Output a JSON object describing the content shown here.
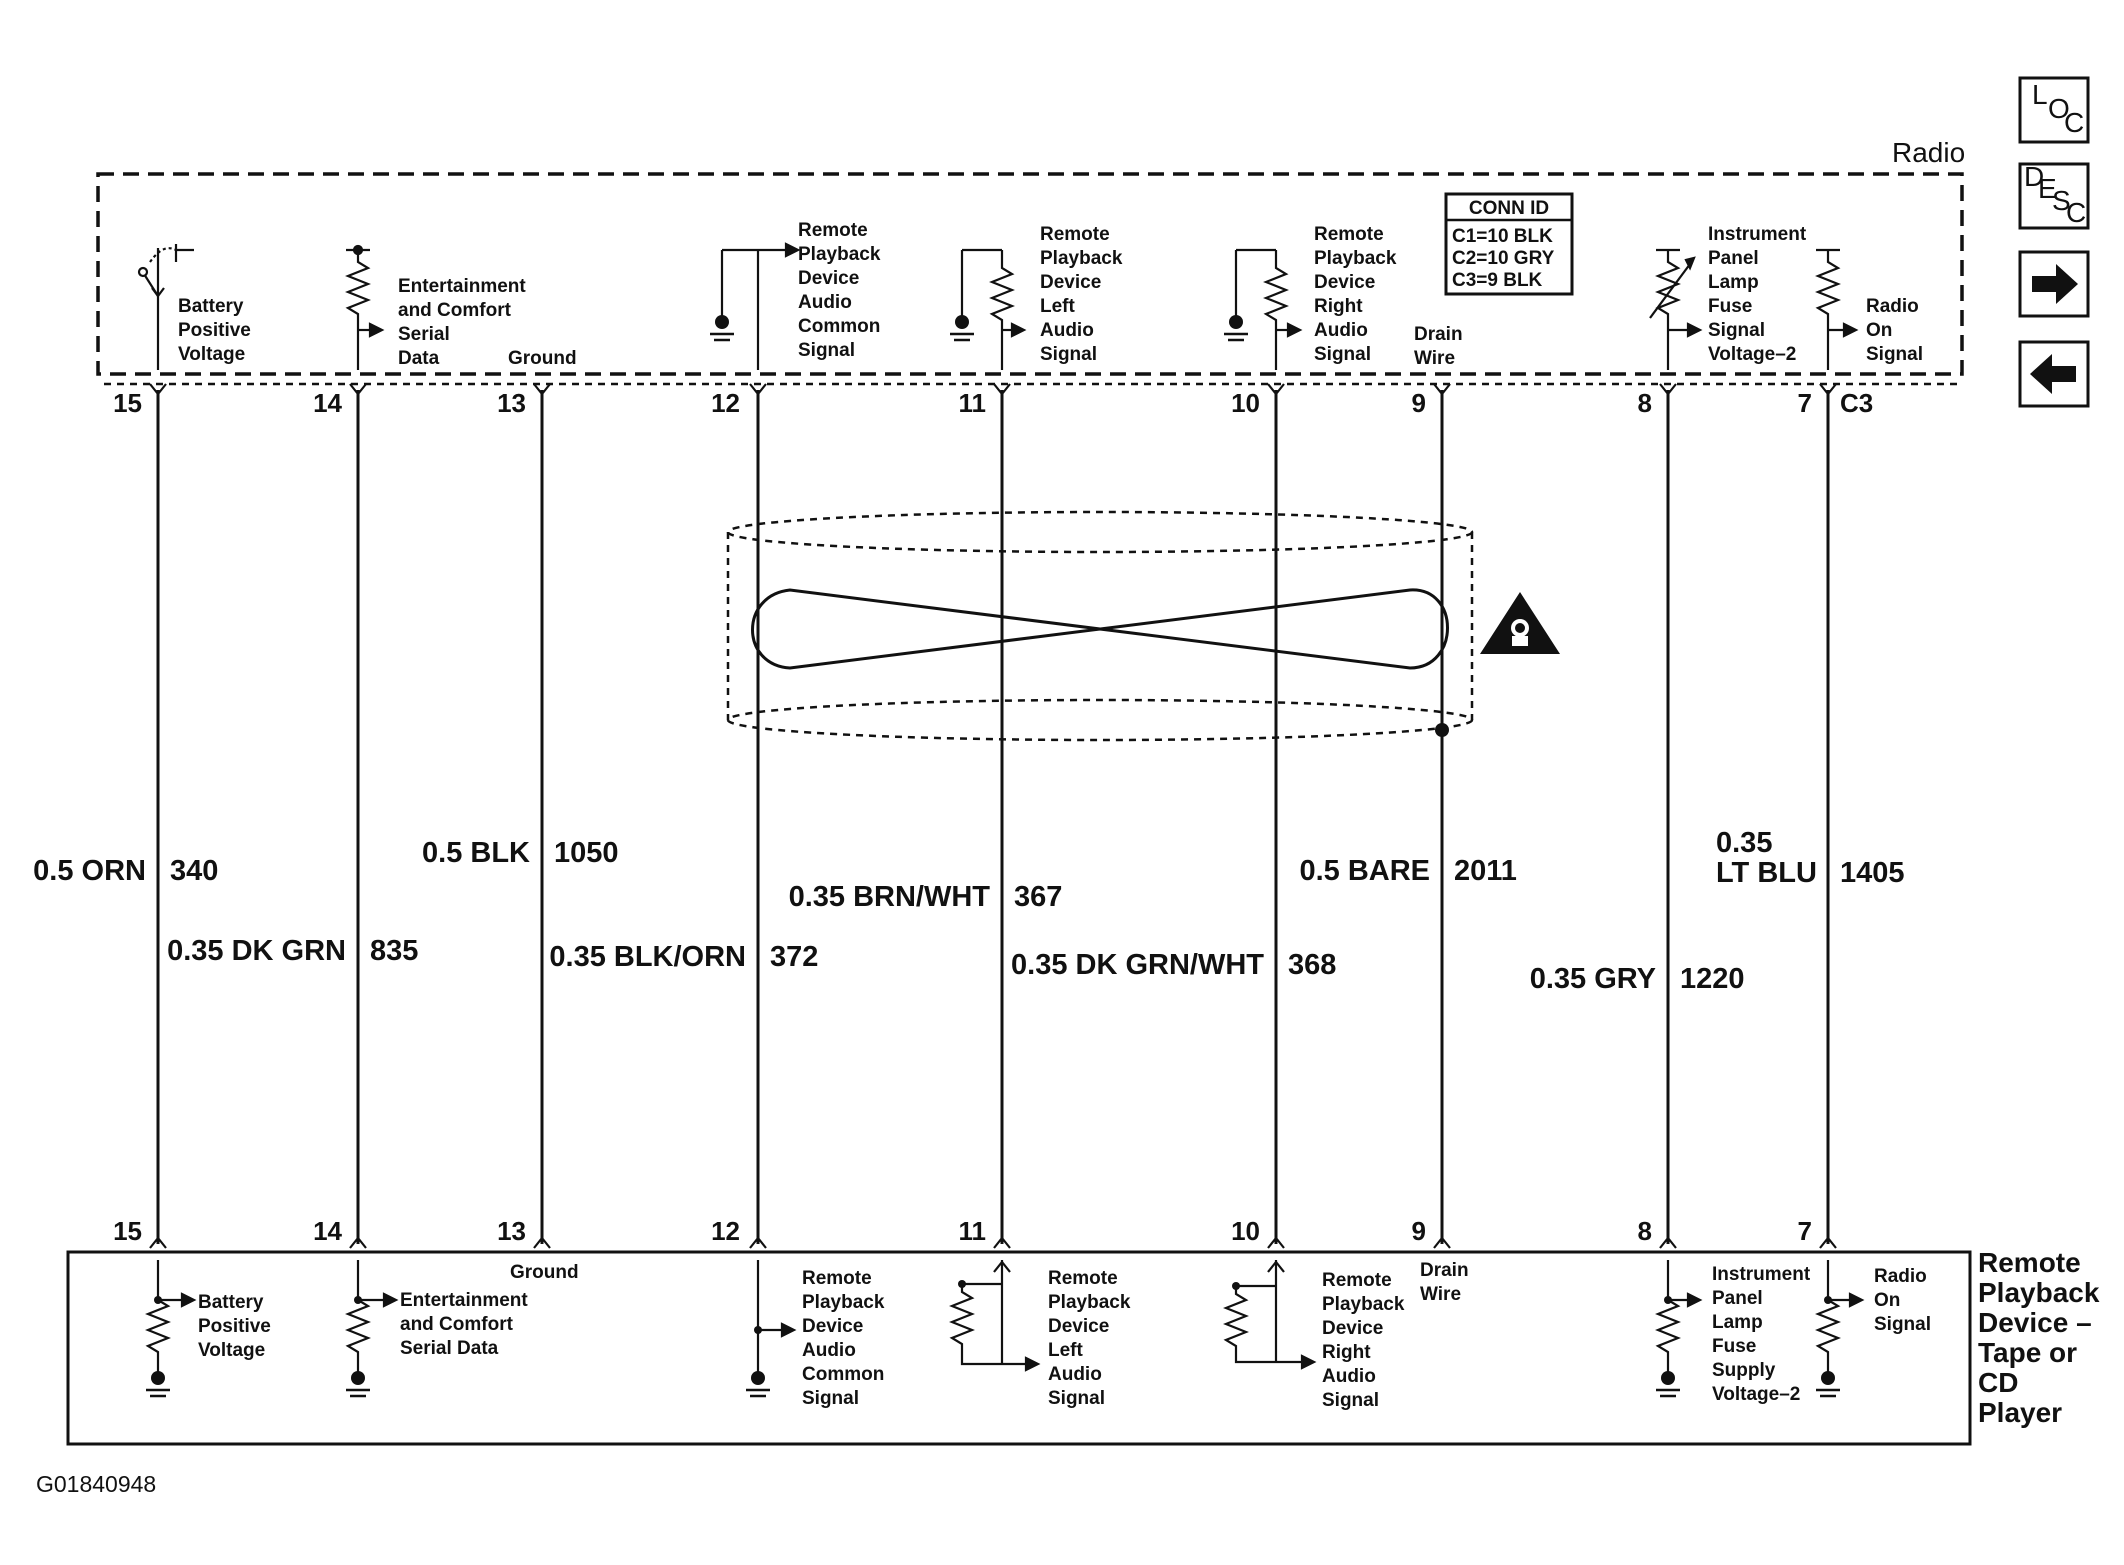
{
  "radio_title": "Radio",
  "player_title": [
    "Remote",
    "Playback",
    "Device –",
    "Tape or",
    "CD",
    "Player"
  ],
  "conn_id": {
    "title": "CONN ID",
    "rows": [
      "C1=10 BLK",
      "C2=10 GRY",
      "C3=9 BLK"
    ]
  },
  "connector_label": "C3",
  "figure_id": "G01840948",
  "nav": {
    "loc": [
      "L",
      "O",
      "C"
    ],
    "desc": [
      "D",
      "E",
      "S",
      "C"
    ],
    "next": "arrow-right-icon",
    "prev": "arrow-left-icon"
  },
  "warning": "warning-triangle-icon",
  "top_pins": [
    "15",
    "14",
    "13",
    "12",
    "11",
    "10",
    "9",
    "8",
    "7"
  ],
  "bottom_pins": [
    "15",
    "14",
    "13",
    "12",
    "11",
    "10",
    "9",
    "8",
    "7"
  ],
  "radio_labels": [
    [
      "Battery",
      "Positive",
      "Voltage"
    ],
    [
      "Entertainment",
      "and Comfort",
      "Serial",
      "Data"
    ],
    [
      "Ground"
    ],
    [
      "Remote",
      "Playback",
      "Device",
      "Audio",
      "Common",
      "Signal"
    ],
    [
      "Remote",
      "Playback",
      "Device",
      "Left",
      "Audio",
      "Signal"
    ],
    [
      "Remote",
      "Playback",
      "Device",
      "Right",
      "Audio",
      "Signal"
    ],
    [
      "Drain",
      "Wire"
    ],
    [
      "Instrument",
      "Panel",
      "Lamp",
      "Fuse",
      "Signal",
      "Voltage–2"
    ],
    [
      "Radio",
      "On",
      "Signal"
    ]
  ],
  "player_labels": [
    [
      "Battery",
      "Positive",
      "Voltage"
    ],
    [
      "Entertainment",
      "and Comfort",
      "Serial Data"
    ],
    [
      "Ground"
    ],
    [
      "Remote",
      "Playback",
      "Device",
      "Audio",
      "Common",
      "Signal"
    ],
    [
      "Remote",
      "Playback",
      "Device",
      "Left",
      "Audio",
      "Signal"
    ],
    [
      "Remote",
      "Playback",
      "Device",
      "Right",
      "Audio",
      "Signal"
    ],
    [
      "Drain",
      "Wire"
    ],
    [
      "Instrument",
      "Panel",
      "Lamp",
      "Fuse",
      "Supply",
      "Voltage–2"
    ],
    [
      "Radio",
      "On",
      "Signal"
    ]
  ],
  "wires": [
    {
      "color": "0.5 ORN",
      "circuit": "340"
    },
    {
      "color": "0.35 DK GRN",
      "circuit": "835"
    },
    {
      "color": "0.5 BLK",
      "circuit": "1050"
    },
    {
      "color": "0.35 BLK/ORN",
      "circuit": "372"
    },
    {
      "color": "0.35 BRN/WHT",
      "circuit": "367"
    },
    {
      "color": "0.35 DK GRN/WHT",
      "circuit": "368"
    },
    {
      "color": "0.5 BARE",
      "circuit": "2011"
    },
    {
      "color": "0.35 GRY",
      "circuit": "1220"
    },
    {
      "color": [
        "0.35",
        "LT BLU"
      ],
      "circuit": "1405"
    }
  ]
}
